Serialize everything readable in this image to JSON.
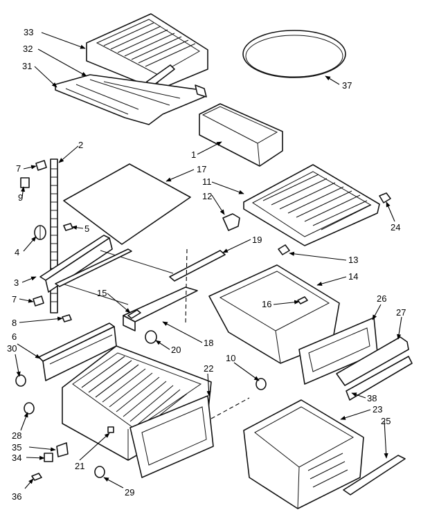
{
  "callouts": [
    "1",
    "2",
    "3",
    "4",
    "5",
    "6",
    "7",
    "7",
    "8",
    "9",
    "10",
    "11",
    "12",
    "13",
    "14",
    "15",
    "16",
    "17",
    "18",
    "19",
    "20",
    "21",
    "22",
    "23",
    "24",
    "25",
    "26",
    "27",
    "28",
    "29",
    "30",
    "31",
    "32",
    "33",
    "34",
    "35",
    "36",
    "37",
    "38"
  ],
  "colors": {
    "ink": "#111111",
    "paper": "#ffffff"
  }
}
